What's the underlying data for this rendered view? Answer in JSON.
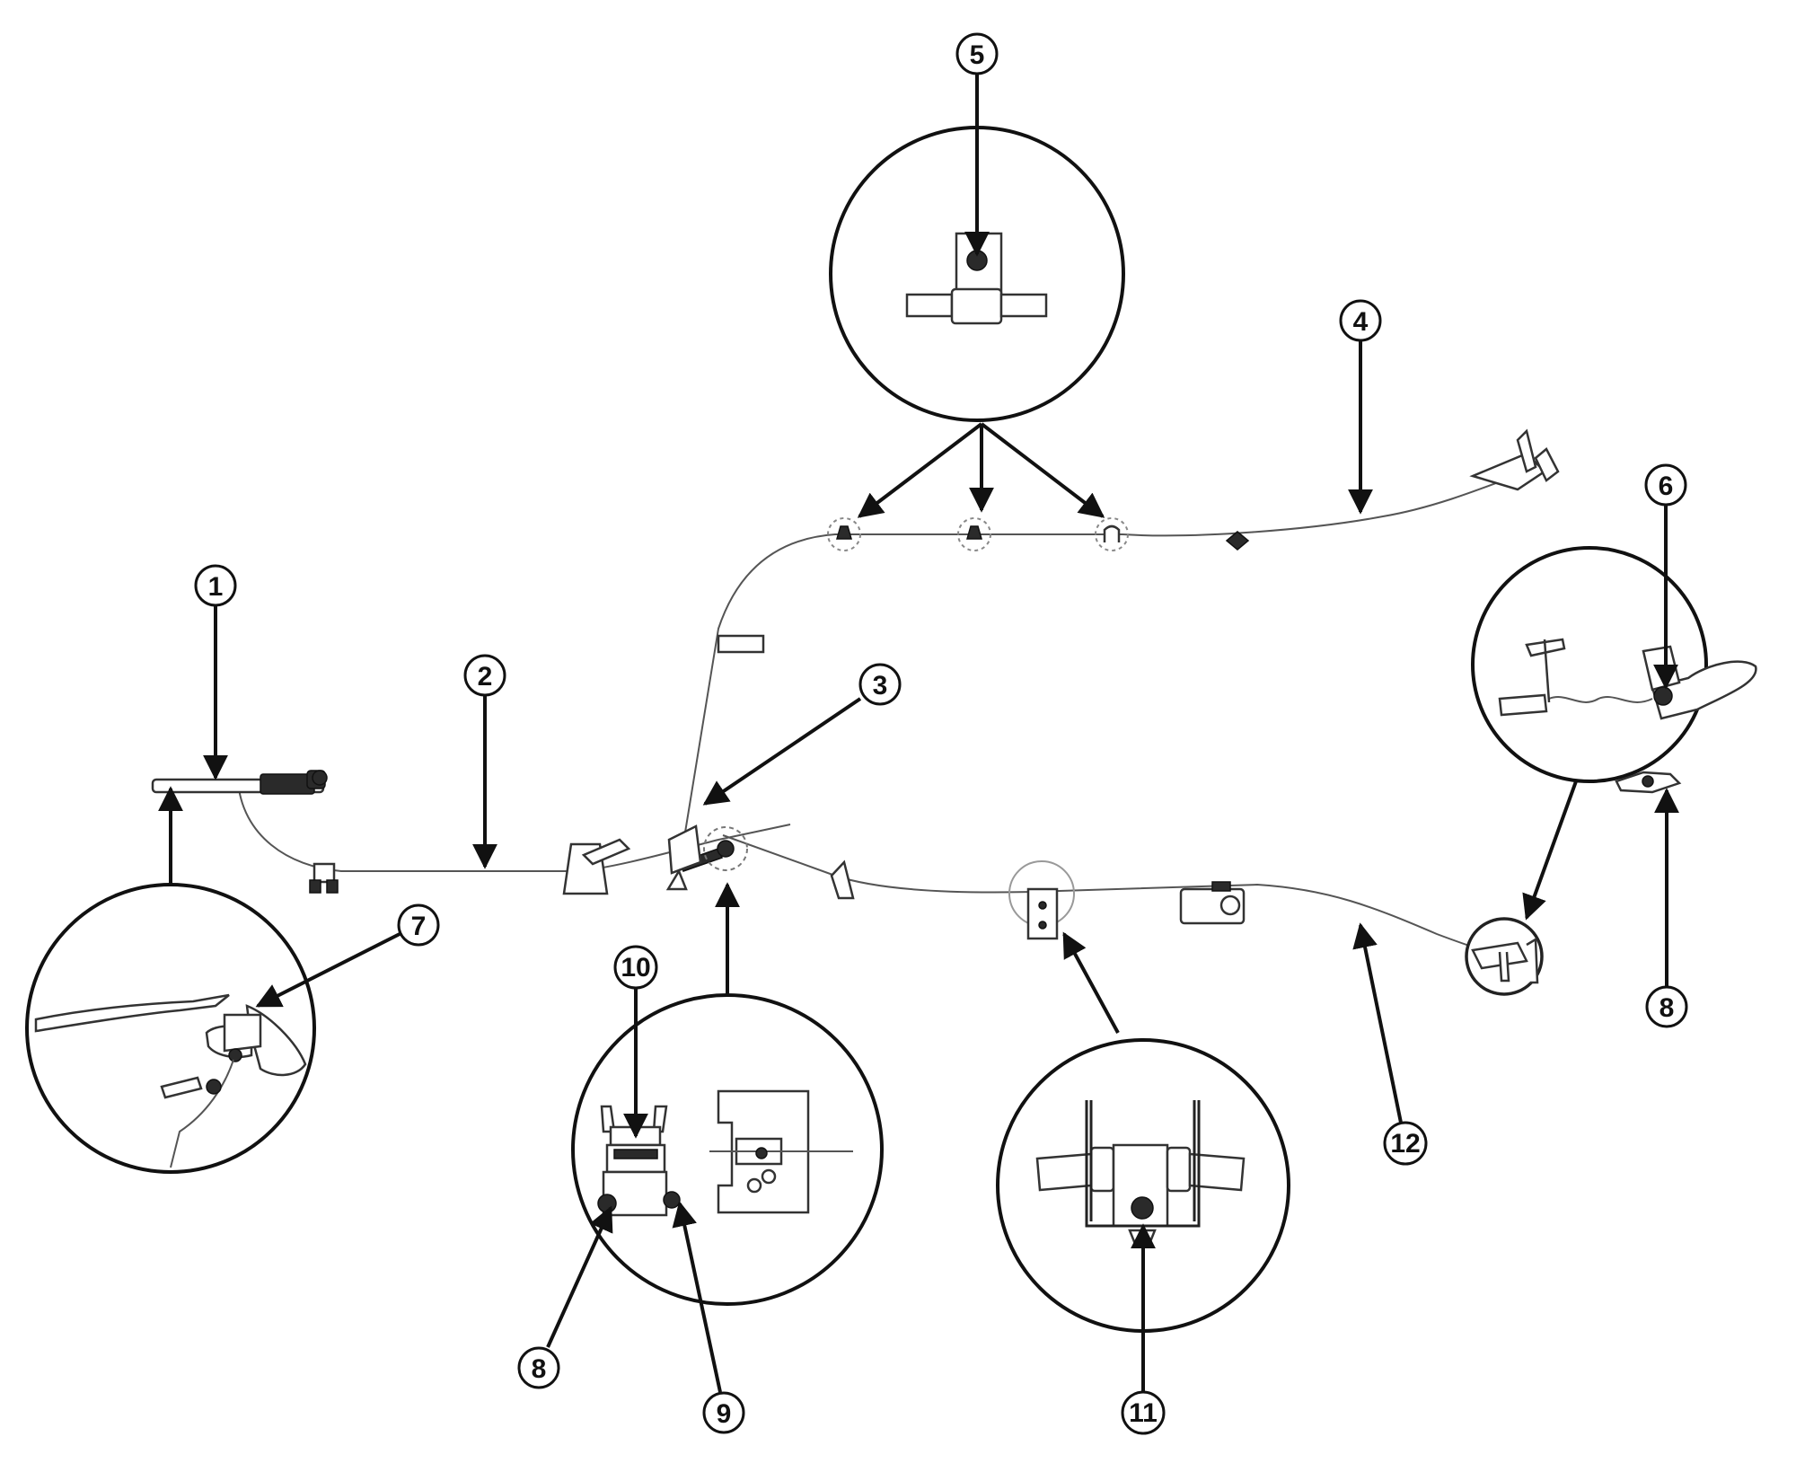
{
  "colors": {
    "ink": "#111111",
    "line": "#222222",
    "cable": "#555555",
    "background": "#ffffff"
  },
  "callouts": {
    "c1": "1",
    "c2": "2",
    "c3": "3",
    "c4": "4",
    "c5": "5",
    "c6": "6",
    "c7": "7",
    "c8a": "8",
    "c8b": "8",
    "c9": "9",
    "c10": "10",
    "c11": "11",
    "c12": "12"
  }
}
